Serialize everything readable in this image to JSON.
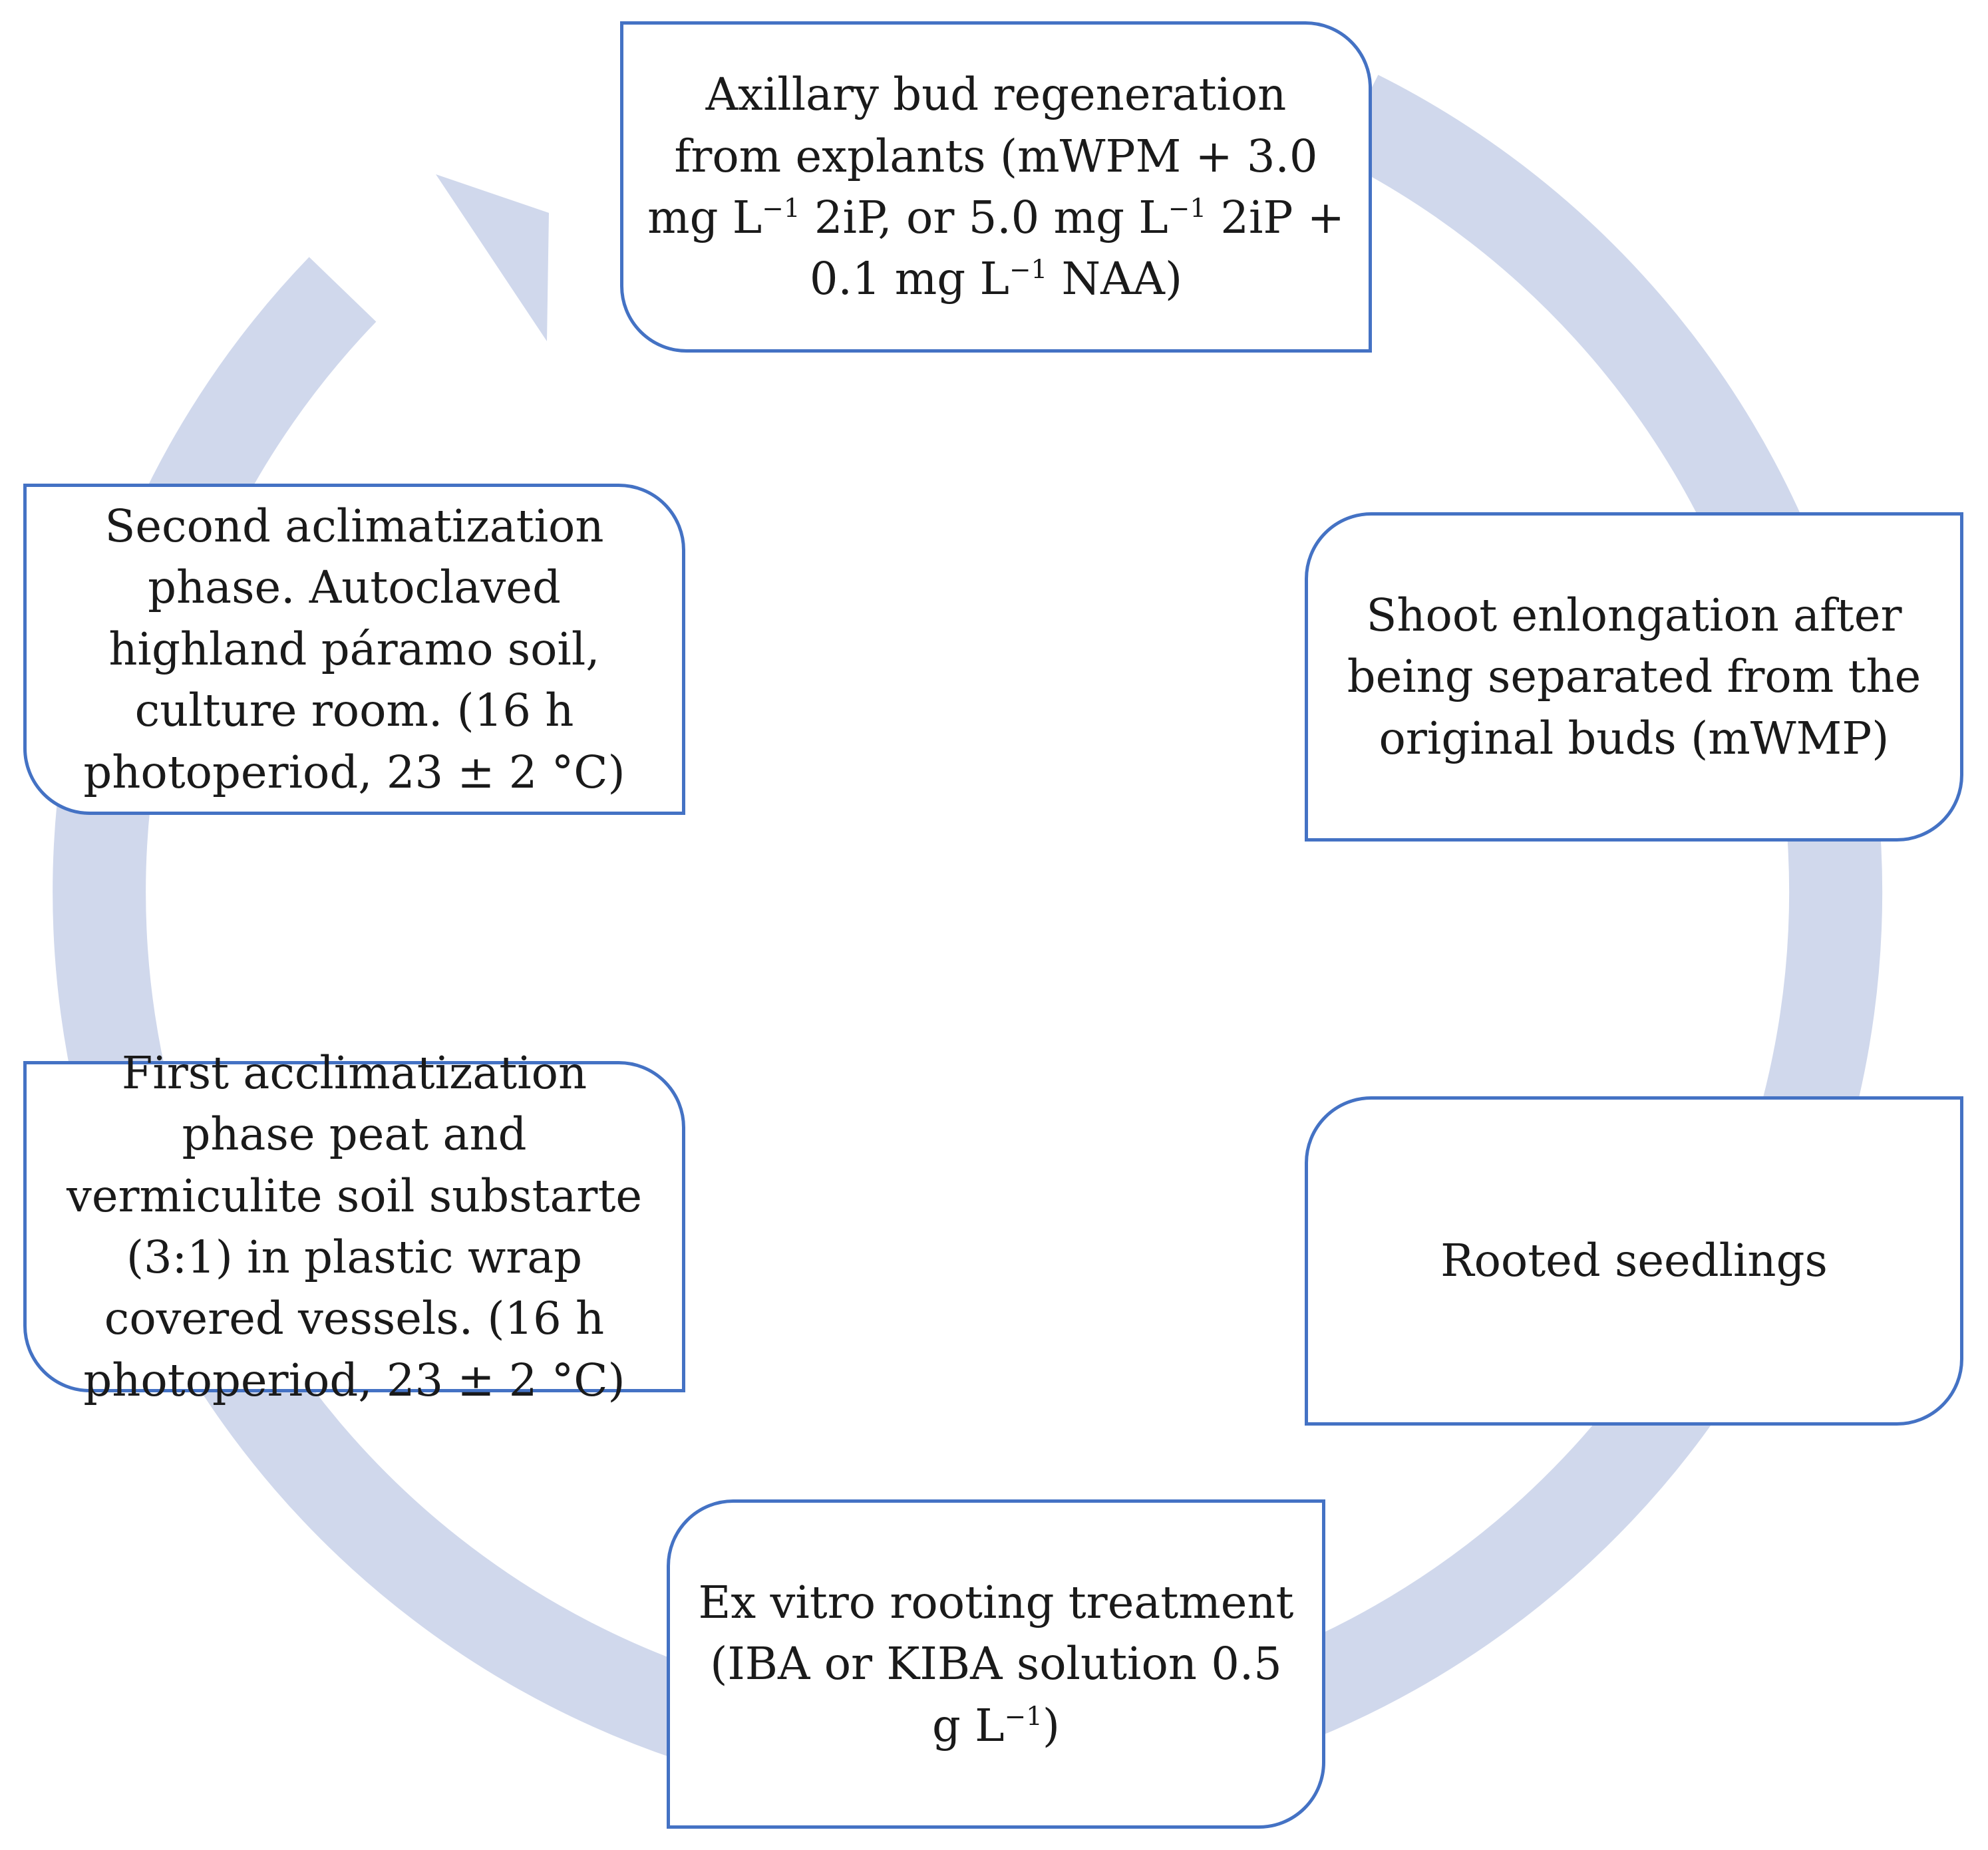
{
  "colors": {
    "cycle_arrow": "#d0d8ec",
    "box_border": "#4472c4",
    "text": "#1a1a1a"
  },
  "steps": [
    {
      "id": "axillary-bud-regeneration",
      "parts": [
        "Axillary bud regeneration",
        "from explants (mWPM + 3.0",
        "mg L",
        "−1",
        " 2iP, or 5.0 mg L",
        "−1",
        " 2iP +",
        "0.1 mg L",
        "−1",
        " NAA)"
      ]
    },
    {
      "id": "shoot-elongation",
      "text": "Shoot enlongation after being separated from the original buds (mWMP)"
    },
    {
      "id": "rooted-seedlings",
      "text": "Rooted seedlings"
    },
    {
      "id": "ex-vitro-rooting",
      "parts": [
        "Ex vitro rooting treatment (IBA or KIBA solution 0.5",
        "g L",
        "−1",
        ")"
      ]
    },
    {
      "id": "first-acclimatization",
      "text": "First acclimatization phase peat and vermiculite soil substarte (3:1) in plastic wrap covered vessels. (16 h photoperiod, 23 ± 2 °C)"
    },
    {
      "id": "second-acclimatization",
      "text": "Second aclimatization phase. Autoclaved highland páramo soil, culture room. (16 h photoperiod, 23 ± 2 °C)"
    }
  ]
}
